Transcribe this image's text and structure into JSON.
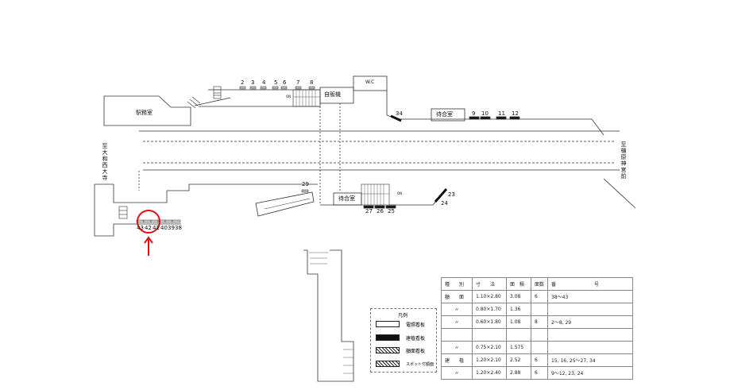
{
  "labels": {
    "office": "駅務室",
    "vending": "自販機",
    "wc": "W.C",
    "waiting_upper": "待合室",
    "waiting_lower": "待合室",
    "dir_left": "至大和西大寺",
    "dir_right": "至橿原神宮前",
    "on_upper": "ON",
    "on_lower": "ON"
  },
  "signs": {
    "top": [
      "2",
      "3",
      "4",
      "5",
      "6",
      "7",
      "8"
    ],
    "upper_right": [
      "9",
      "10",
      "11",
      "12"
    ],
    "s34": "34",
    "s29": "29",
    "lower_mid": [
      "27",
      "26",
      "25"
    ],
    "s23": "23",
    "s24": "24",
    "bottom_left": [
      "43",
      "42",
      "41",
      "40",
      "39",
      "38"
    ]
  },
  "legend": {
    "title": "凡例",
    "items": [
      "電照看板",
      "建植看板",
      "額面看板",
      "スポット付額面"
    ]
  },
  "table": {
    "headers": [
      "種　　別",
      "寸　　法",
      "面　積",
      "面数",
      "番　　　　　　　　号"
    ],
    "rows": [
      [
        "額　　面",
        "1.10×2.80",
        "3.08",
        "6",
        "38〜43"
      ],
      [
        "〃",
        "0.80×1.70",
        "1.36",
        "",
        ""
      ],
      [
        "〃",
        "0.60×1.80",
        "1.08",
        "8",
        "2〜8, 29"
      ],
      [
        "",
        "",
        "",
        "",
        ""
      ],
      [
        "〃",
        "0.75×2.10",
        "1.575",
        "",
        ""
      ],
      [
        "建　　植",
        "1.20×2.10",
        "2.52",
        "6",
        "15, 16, 25〜27, 34"
      ],
      [
        "〃",
        "1.20×2.40",
        "2.88",
        "6",
        "9〜12, 23, 24"
      ]
    ]
  },
  "colors": {
    "highlight": "#e01010"
  }
}
